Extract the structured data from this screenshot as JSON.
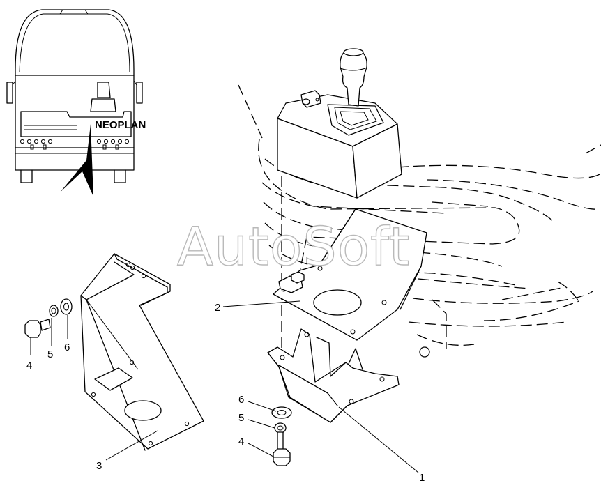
{
  "watermark": "AutoSoft",
  "bus_brand": "NEOPLAN",
  "callouts": {
    "c1": "1",
    "c2": "2",
    "c3": "3",
    "c4_left": "4",
    "c5_left": "5",
    "c6_left": "6",
    "c4_bottom": "4",
    "c5_bottom": "5",
    "c6_bottom": "6"
  },
  "colors": {
    "line": "#000000",
    "watermark_outline": "#b9b9b9",
    "background": "#ffffff"
  }
}
